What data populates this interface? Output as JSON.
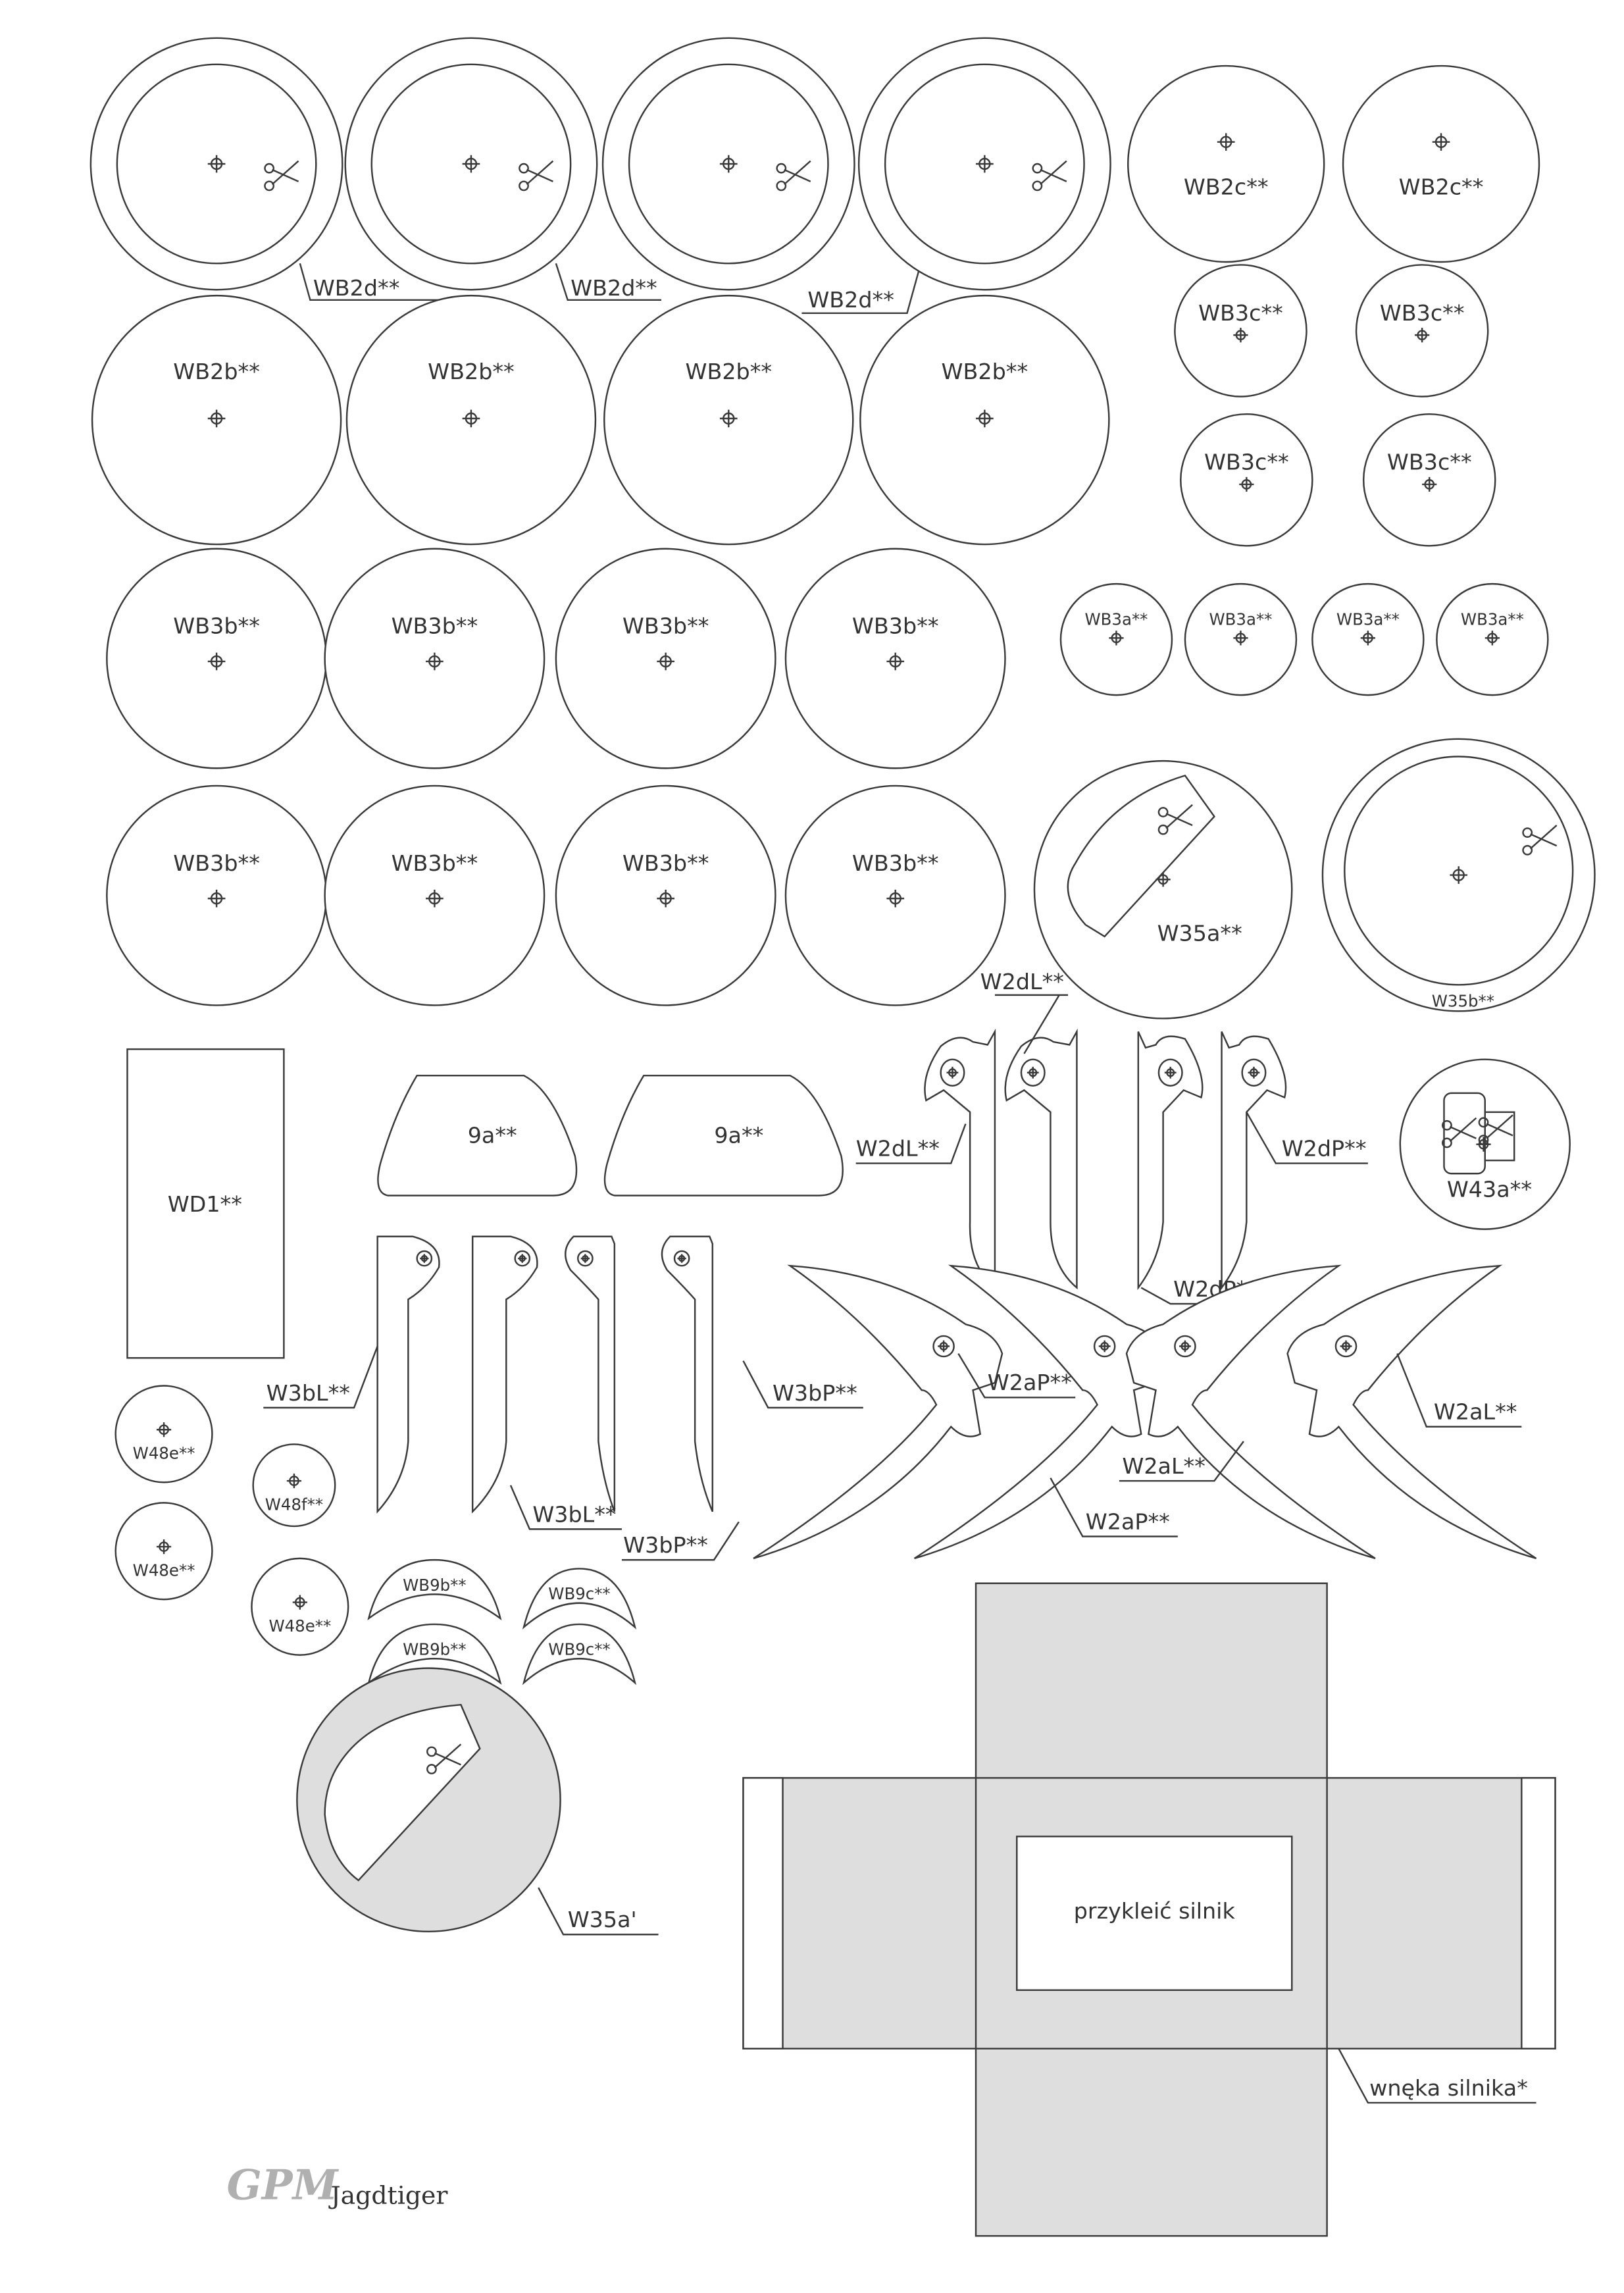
{
  "sheet": {
    "model_title": "Jagdtiger",
    "publisher_logo": "GPM"
  },
  "parts": {
    "WB2d": "WB2d**",
    "WB2c": "WB2c**",
    "WB2b": "WB2b**",
    "WB3c": "WB3c**",
    "WB3b": "WB3b**",
    "WB3a": "WB3a**",
    "W35a": "W35a**",
    "W35b": "W35b**",
    "W2dL": "W2dL**",
    "W2dP": "W2dP**",
    "WD1": "WD1**",
    "9a": "9a**",
    "W43a": "W43a**",
    "W3bL": "W3bL**",
    "W3bP": "W3bP**",
    "W2aP": "W2aP**",
    "W2aL": "W2aL**",
    "W48e": "W48e**",
    "W48f": "W48f**",
    "WB9b": "WB9b**",
    "WB9c": "WB9c**",
    "W35a_prime": "W35a'",
    "engine_bay": "wnęka silnika*",
    "engine_note": "przykleić silnik"
  }
}
